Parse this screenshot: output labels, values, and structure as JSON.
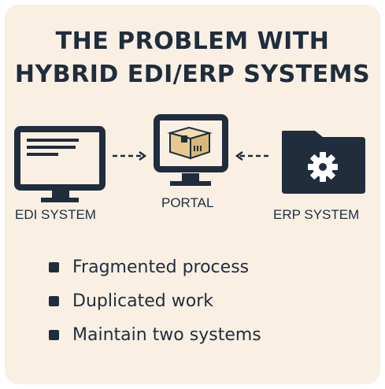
{
  "title": {
    "line1": "THE PROBLEM WITH",
    "line2": "HYBRID EDI/ERP SYSTEMS"
  },
  "nodes": {
    "edi": {
      "label": "EDI SYSTEM",
      "icon": "monitor-code-icon"
    },
    "portal": {
      "label": "PORTAL",
      "icon": "monitor-package-icon"
    },
    "erp": {
      "label": "ERP SYSTEM",
      "icon": "folder-gear-icon"
    }
  },
  "bullets": [
    "Fragmented process",
    "Duplicated work",
    "Maintain two systems"
  ],
  "colors": {
    "background": "#f9efe3",
    "ink": "#1f2d3d",
    "package": "#e6c98c"
  }
}
